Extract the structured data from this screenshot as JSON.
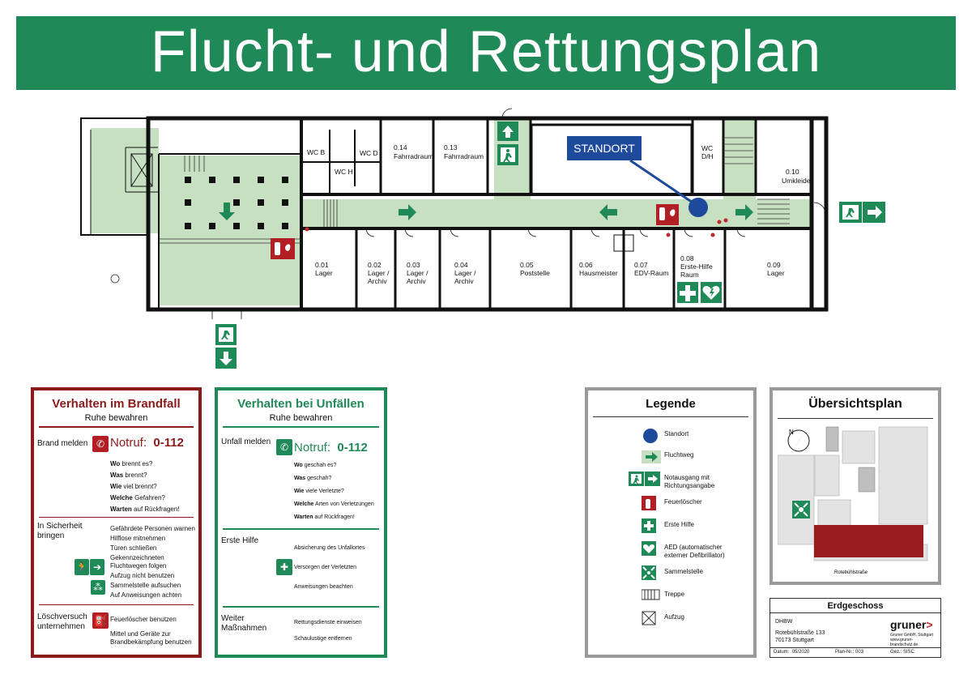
{
  "title": "Flucht- und Rettungsplan",
  "standort_label": "STANDORT",
  "rooms": {
    "wc_b": "WC B",
    "wc_d": "WC D",
    "wc_h": "WC H",
    "r014_num": "0.14",
    "r014_name": "Fahrradraum",
    "r013_num": "0.13",
    "r013_name": "Fahrradraum",
    "wc_dh_1": "WC",
    "wc_dh_2": "D/H",
    "r010_num": "0.10",
    "r010_name": "Umkleide",
    "r001_num": "0.01",
    "r001_name": "Lager",
    "r002_num": "0.02",
    "r002_a": "Lager /",
    "r002_b": "Archiv",
    "r003_num": "0.03",
    "r003_a": "Lager /",
    "r003_b": "Archiv",
    "r004_num": "0.04",
    "r004_a": "Lager /",
    "r004_b": "Archiv",
    "r005_num": "0.05",
    "r005_name": "Poststelle",
    "r006_num": "0.06",
    "r006_name": "Hausmeister",
    "r007_num": "0.07",
    "r007_name": "EDV-Raum",
    "r008_num": "0.08",
    "r008_a": "Erste-Hilfe",
    "r008_b": "Raum",
    "r009_num": "0.09",
    "r009_name": "Lager"
  },
  "colors": {
    "green": "#1f8a57",
    "escape_route": "#c8e0c2",
    "red": "#8b1a1a",
    "sign_red": "#b11e24",
    "blue": "#1e4a9c",
    "grey": "#9a9a9a"
  },
  "fire": {
    "title": "Verhalten im Brandfall",
    "subtitle": "Ruhe bewahren",
    "brand_melden": "Brand melden",
    "notruf_label": "Notruf:",
    "notruf_number": "0-112",
    "q1_b": "Wo",
    "q1_r": " brennt es?",
    "q2_b": "Was",
    "q2_r": " brennt?",
    "q3_b": "Wie",
    "q3_r": " viel brennt?",
    "q4_b": "Welche",
    "q4_r": " Gefahren?",
    "q5_b": "Warten",
    "q5_r": " auf Rückfragen!",
    "sicherheit_1": "In Sicherheit",
    "sicherheit_2": "bringen",
    "s1": "Gefährdete Personen warnen",
    "s2": "Hilflose mitnehmen",
    "s3": "Türen schließen",
    "s4": "Gekennzeichneten",
    "s5": "Fluchtwegen folgen",
    "s6": "Aufzug nicht benutzen",
    "s7": "Sammelstelle aufsuchen",
    "s8": "Auf Anweisungen achten",
    "loesch_1": "Löschversuch",
    "loesch_2": "unternehmen",
    "l1": "Feuerlöscher benutzen",
    "l2": "Mittel und Geräte zur",
    "l3": "Brandbekämpfung benutzen"
  },
  "accident": {
    "title": "Verhalten bei Unfällen",
    "subtitle": "Ruhe bewahren",
    "unfall_melden": "Unfall melden",
    "notruf_label": "Notruf:",
    "notruf_number": "0-112",
    "q1_b": "Wo",
    "q1_r": " geschah es?",
    "q2_b": "Was",
    "q2_r": " geschah?",
    "q3_b": "Wie",
    "q3_r": " viele Verletzte?",
    "q4_b": "Welche",
    "q4_r": " Arten von Verletzungen",
    "q5_b": "Warten",
    "q5_r": " auf Rückfragen!",
    "erste_hilfe": "Erste Hilfe",
    "e1": "Absicherung des Unfallortes",
    "e2": "Versorgen der Verletzten",
    "e3": "Anweisungen beachten",
    "weiter_1": "Weiter",
    "weiter_2": "Maßnahmen",
    "w1": "Rettungsdienste einweisen",
    "w2": "Schaulustige entfernen"
  },
  "legend": {
    "title": "Legende",
    "items": [
      {
        "icon": "standort-dot-icon",
        "label": "Standort"
      },
      {
        "icon": "fluchtweg-arrow-icon",
        "label": "Fluchtweg"
      },
      {
        "icon": "emergency-exit-icon",
        "label": "Notausgang mit",
        "label2": "Richtungsangabe"
      },
      {
        "icon": "fire-extinguisher-icon",
        "label": "Feuerlöscher"
      },
      {
        "icon": "first-aid-icon",
        "label": "Erste Hilfe"
      },
      {
        "icon": "aed-icon",
        "label": "AED (automatischer",
        "label2": "externer Defibrillator)"
      },
      {
        "icon": "assembly-point-icon",
        "label": "Sammelstelle"
      },
      {
        "icon": "stairs-icon",
        "label": "Treppe"
      },
      {
        "icon": "elevator-icon",
        "label": "Aufzug"
      }
    ]
  },
  "overview": {
    "title": "Übersichtsplan",
    "street": "Rotebühlstraße"
  },
  "titleblock": {
    "heading": "Erdgeschoss",
    "org": "DHBW",
    "addr1": "Rotebühlstraße 133",
    "addr2": "70173 Stuttgart",
    "brand": "gruner",
    "brand_sub1": "Gruner GmbH, Stuttgart",
    "brand_sub2": "www.gruner-brandschutz.de",
    "datum_label": "Datum:",
    "datum": "05/2020",
    "plan_label": "Plan-Nr.:",
    "plan_nr": "003",
    "gez_label": "Gez.:",
    "gez": "SISC"
  }
}
